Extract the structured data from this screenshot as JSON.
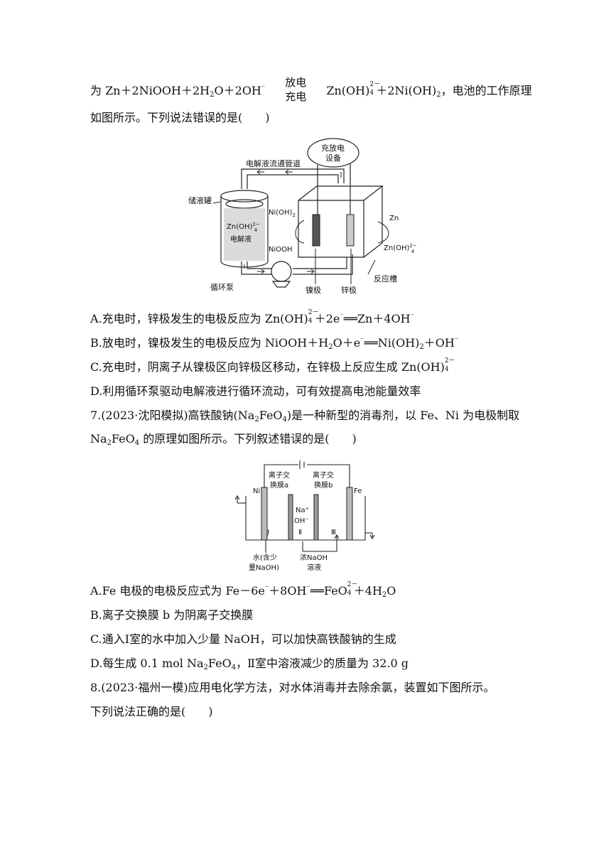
{
  "intro": {
    "prefix": "为 Zn＋2NiOOH＋2H",
    "h2o_o": "O＋2OH",
    "minus": "⁻",
    "cond_top": "放电",
    "cond_bottom": "充电",
    "product_a": "Zn(OH)",
    "sup2": "2－",
    "sub4": "4",
    "product_b": "＋2Ni(OH)",
    "sub2": "2",
    "tail": "，电池的工作原理",
    "line2": "如图所示。下列说法错误的是(　　)"
  },
  "figure1": {
    "device": [
      "充放电",
      "设备"
    ],
    "pipe": "电解液流通管道",
    "tank": "储液罐",
    "tank_content_1": "Zn(OH)",
    "tank_content_sup": "2−",
    "tank_content_sub": "4",
    "tank_content_2": "电解液",
    "nioh2": "Ni(OH)",
    "nioh2_sub": "2",
    "niooh": "NiOOH",
    "zn": "Zn",
    "znoh4": "Zn(OH)",
    "znoh4_sup": "2−",
    "znoh4_sub": "4",
    "pump": "循环泵",
    "ni_electrode": "镍极",
    "zn_electrode": "锌极",
    "cell": "反应槽"
  },
  "options1": {
    "a_1": "A.充电时，锌极发生的电极反应为 Zn(OH)",
    "a_2": "＋2e",
    "a_3": "══Zn＋4OH",
    "b_1": "B.放电时，镍极发生的电极反应为 NiOOH＋H",
    "b_2": "O＋e",
    "b_3": "══Ni(OH)",
    "b_4": "＋OH",
    "c_1": "C.充电时，阴离子从镍极区向锌极区移动，在锌极上反应生成 Zn(OH)",
    "d": "D.利用循环泵驱动电解液进行循环流动，可有效提高电池能量效率"
  },
  "q7": {
    "line1_a": "7.(2023·沈阳模拟)高铁酸钠(Na",
    "line1_b": "FeO",
    "line1_c": ")是一种新型的消毒剂，以 Fe、Ni 为电极制取",
    "line2_a": "Na",
    "line2_b": "FeO",
    "line2_c": " 的原理如图所示。下列叙述错误的是(　　)"
  },
  "figure2": {
    "ni": "Ni",
    "fe": "Fe",
    "mem_a": [
      "离子交",
      "换膜a"
    ],
    "mem_b": [
      "离子交",
      "换膜b"
    ],
    "na": "Na⁺",
    "oh": "OH⁻",
    "room1": "Ⅰ",
    "room2": "Ⅱ",
    "room3": "Ⅲ",
    "water": [
      "水(含少",
      "量NaOH)"
    ],
    "naoh": [
      "浓NaOH",
      "溶液"
    ]
  },
  "options2": {
    "a_1": "A.Fe 电极的电极反应式为 Fe－6e",
    "a_2": "＋8OH",
    "a_3": "══FeO",
    "a_4": "＋4H",
    "a_5": "O",
    "b": "B.离子交换膜 b 为阴离子交换膜",
    "c": "C.通入Ⅰ室的水中加入少量 NaOH，可以加快高铁酸钠的生成",
    "d_1": "D.每生成 0.1 mol Na",
    "d_2": "FeO",
    "d_3": "，Ⅱ室中溶液减少的质量为 32.0 g"
  },
  "q8": {
    "line1": "8.(2023·福州一模)应用电化学方法，对水体消毒并去除余氯，装置如下图所示。",
    "line2": "下列说法正确的是(　　)"
  }
}
